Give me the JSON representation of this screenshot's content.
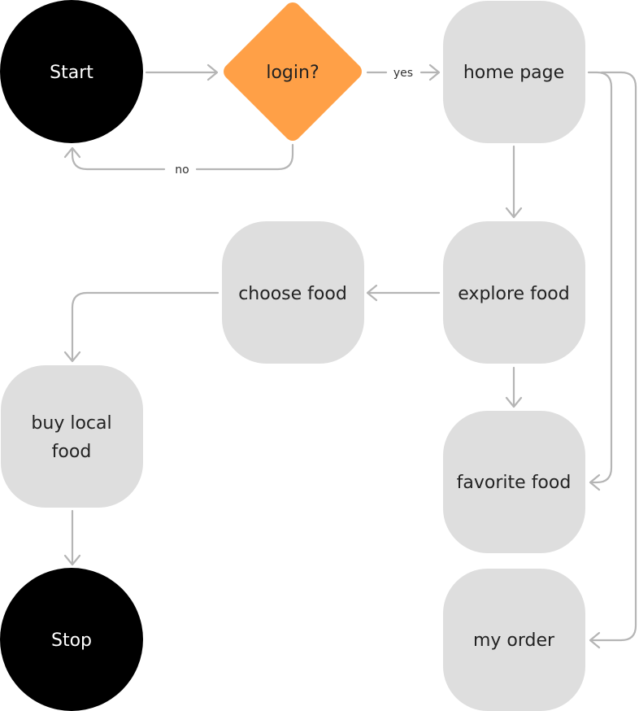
{
  "colors": {
    "terminal_fill": "#000000",
    "terminal_text": "#ffffff",
    "decision_fill": "#ffa047",
    "process_fill": "#dedede",
    "node_text": "#222222",
    "connector": "#b5b5b5"
  },
  "nodes": {
    "start": "Start",
    "login": "login?",
    "home_page": "home page",
    "explore_food": "explore food",
    "choose_food": "choose food",
    "buy_local_food_line1": "buy local",
    "buy_local_food_line2": "food",
    "favorite_food": "favorite food",
    "my_order": "my order",
    "stop": "Stop"
  },
  "edge_labels": {
    "yes": "yes",
    "no": "no"
  }
}
